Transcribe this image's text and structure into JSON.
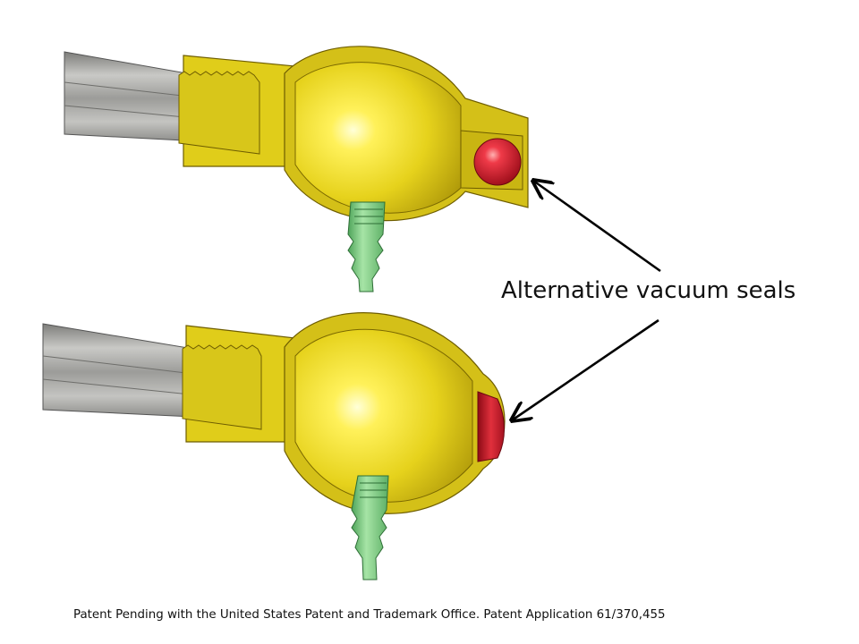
{
  "callout": {
    "label": "Alternative vacuum seals"
  },
  "footer": {
    "text": "Patent Pending with the United States Patent and Trademark Office. Patent Application 61/370,455"
  },
  "colors": {
    "housing": "#e4d21c",
    "housing_dark": "#8f7a06",
    "tube": "#a9a9a6",
    "fitting": "#7fcf84",
    "seal": "#d11a2a",
    "arrow": "#000000"
  },
  "parts": [
    {
      "name": "upper-assembly",
      "seal_type": "ball"
    },
    {
      "name": "lower-assembly",
      "seal_type": "disc"
    }
  ]
}
